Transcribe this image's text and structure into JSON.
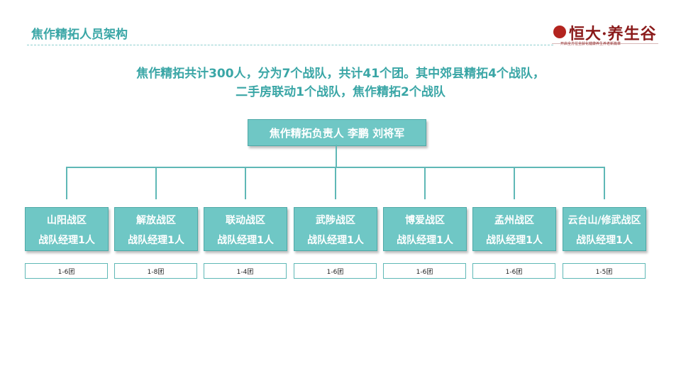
{
  "header": {
    "title": "焦作精拓人员架构",
    "logo_brand": "恒大·养生谷",
    "logo_tagline": "开启全方位全龄化健康养生养老新篇章"
  },
  "summary": {
    "line1": "焦作精拓共计300人，分为7个战队，共计41个团。其中郊县精拓4个战队，",
    "line2": "二手房联动1个战队，焦作精拓2个战队"
  },
  "leader": {
    "label": "焦作精拓负责人 李鹏  刘将军"
  },
  "teams": [
    {
      "name": "山阳战区",
      "manager": "战队经理1人",
      "groups": "1-6团"
    },
    {
      "name": "解放战区",
      "manager": "战队经理1人",
      "groups": "1-8团"
    },
    {
      "name": "联动战区",
      "manager": "战队经理1人",
      "groups": "1-4团"
    },
    {
      "name": "武陟战区",
      "manager": "战队经理1人",
      "groups": "1-6团"
    },
    {
      "name": "博爱战区",
      "manager": "战队经理1人",
      "groups": "1-6团"
    },
    {
      "name": "孟州战区",
      "manager": "战队经理1人",
      "groups": "1-6团"
    },
    {
      "name": "云台山/修武战区",
      "manager": "战队经理1人",
      "groups": "1-5团"
    }
  ]
}
